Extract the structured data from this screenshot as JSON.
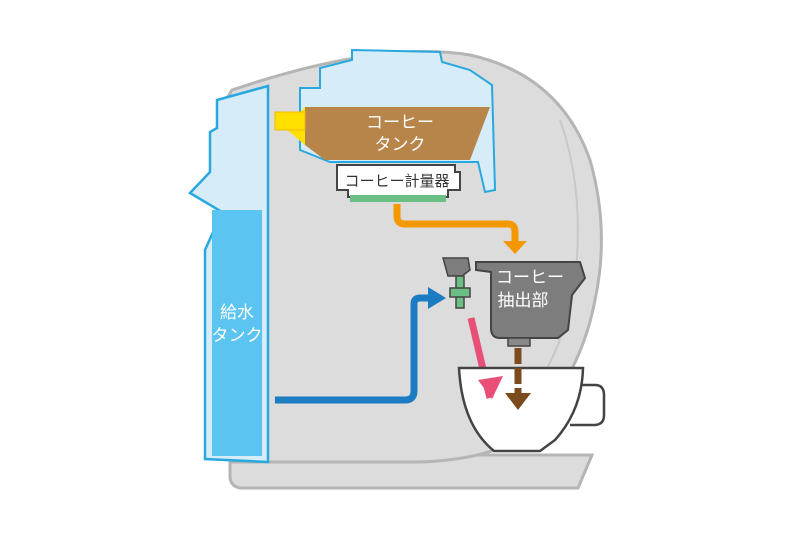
{
  "labels": {
    "coffee_tank": [
      "コーヒー",
      "タンク"
    ],
    "coffee_meter": "コーヒー計量器",
    "extraction_unit": [
      "コーヒー",
      "抽出部"
    ],
    "water_tank": [
      "給水",
      "タンク"
    ]
  },
  "colors": {
    "body": "#dcdcdc",
    "body_outline": "#b5b5b5",
    "water_tank_outline": "#29a8e0",
    "water_tank_fill": "#d6ecf8",
    "water": "#5bc4f1",
    "coffee_tank": "#b7854a",
    "yellow": "#ffe000",
    "meter_green": "#6cbf84",
    "coffee_flow": "#f39800",
    "water_flow": "#1b7cc4",
    "hot_water": "#e94e77",
    "coffee_drip": "#7b4b1e",
    "extraction_unit": "#7d7d7d"
  }
}
